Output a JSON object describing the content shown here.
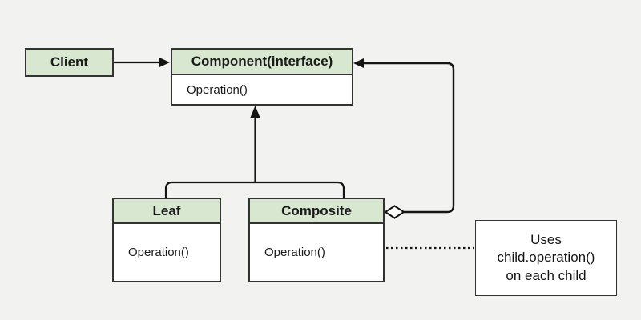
{
  "diagram": {
    "kind": "uml-class-diagram",
    "pattern": "Composite",
    "colors": {
      "background": "#f2f3f0",
      "class_header_fill": "#d8e7d0",
      "class_body_fill": "#ffffff",
      "border": "#333333",
      "line": "#141414"
    },
    "classes": [
      {
        "id": "client",
        "name": "Client",
        "methods": []
      },
      {
        "id": "component",
        "name": "Component(interface)",
        "methods": [
          "Operation()"
        ]
      },
      {
        "id": "leaf",
        "name": "Leaf",
        "methods": [
          "Operation()"
        ]
      },
      {
        "id": "composite",
        "name": "Composite",
        "methods": [
          "Operation()"
        ]
      }
    ],
    "note": {
      "lines": [
        "Uses",
        "child.operation()",
        "on each child"
      ]
    },
    "relations": [
      {
        "from": "Client",
        "to": "Component(interface)",
        "type": "association-arrow"
      },
      {
        "from": "Leaf",
        "to": "Component(interface)",
        "type": "generalization"
      },
      {
        "from": "Composite",
        "to": "Component(interface)",
        "type": "generalization"
      },
      {
        "from": "Composite",
        "to": "Component(interface)",
        "type": "aggregation-loop"
      },
      {
        "from": "Composite",
        "to": "note",
        "type": "dotted-note-link"
      }
    ]
  }
}
